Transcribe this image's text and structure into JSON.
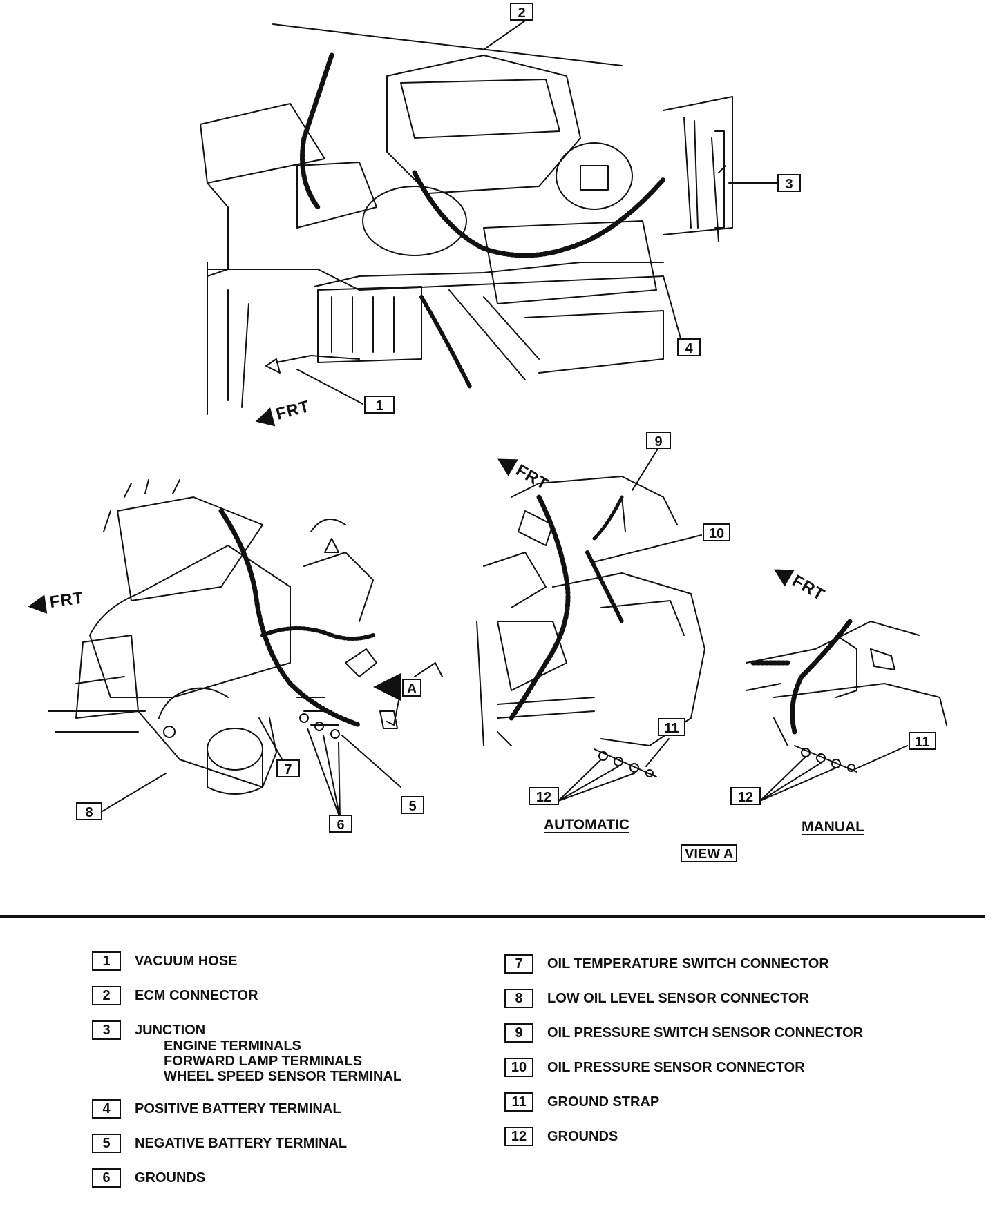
{
  "diagram": {
    "callouts": {
      "c1": "1",
      "c2": "2",
      "c3": "3",
      "c4": "4",
      "c5": "5",
      "c6": "6",
      "c7": "7",
      "c8": "8",
      "c9": "9",
      "c10": "10",
      "c11a": "11",
      "c12a": "12",
      "c11b": "11",
      "c12b": "12",
      "cA": "A"
    },
    "frt_labels": [
      "FRT",
      "FRT",
      "FRT",
      "FRT"
    ],
    "captions": {
      "automatic": "AUTOMATIC",
      "manual": "MANUAL",
      "view_a": "VIEW A"
    }
  },
  "legend": {
    "left": [
      {
        "num": "1",
        "text": "VACUUM HOSE",
        "sub": []
      },
      {
        "num": "2",
        "text": "ECM CONNECTOR",
        "sub": []
      },
      {
        "num": "3",
        "text": "JUNCTION",
        "sub": [
          "ENGINE TERMINALS",
          "FORWARD LAMP TERMINALS",
          "WHEEL SPEED SENSOR TERMINAL"
        ]
      },
      {
        "num": "4",
        "text": "POSITIVE BATTERY TERMINAL",
        "sub": []
      },
      {
        "num": "5",
        "text": "NEGATIVE BATTERY TERMINAL",
        "sub": []
      },
      {
        "num": "6",
        "text": "GROUNDS",
        "sub": []
      }
    ],
    "right": [
      {
        "num": "7",
        "text": "OIL TEMPERATURE SWITCH CONNECTOR"
      },
      {
        "num": "8",
        "text": "LOW OIL LEVEL SENSOR CONNECTOR"
      },
      {
        "num": "9",
        "text": "OIL PRESSURE SWITCH SENSOR CONNECTOR"
      },
      {
        "num": "10",
        "text": "OIL PRESSURE SENSOR CONNECTOR"
      },
      {
        "num": "11",
        "text": "GROUND STRAP"
      },
      {
        "num": "12",
        "text": "GROUNDS"
      }
    ]
  }
}
